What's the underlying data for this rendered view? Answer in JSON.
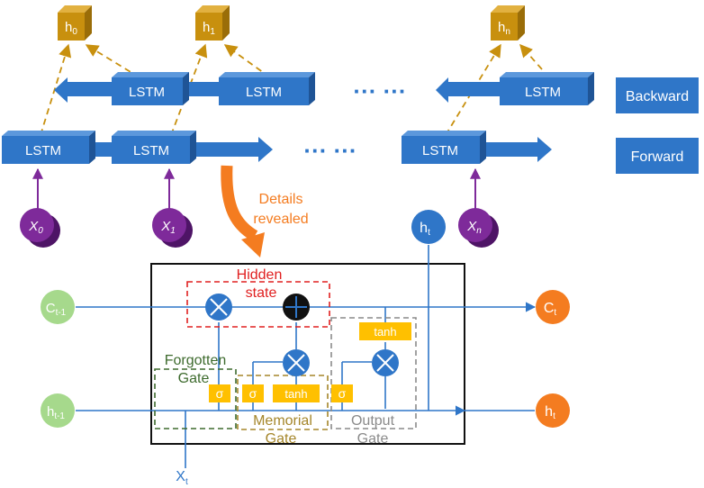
{
  "outputs": {
    "h0": {
      "base": "h",
      "sub": "0"
    },
    "h1": {
      "base": "h",
      "sub": "1"
    },
    "hn": {
      "base": "h",
      "sub": "n"
    }
  },
  "lstm_label": "LSTM",
  "legend": {
    "backward": "Backward",
    "forward": "Forward"
  },
  "ellipsis": "··· ···",
  "inputs": {
    "x0": {
      "base": "X",
      "sub": "0"
    },
    "x1": {
      "base": "X",
      "sub": "1"
    },
    "xn": {
      "base": "X",
      "sub": "n"
    }
  },
  "details": {
    "line1": "Details",
    "line2": "revealed"
  },
  "cell": {
    "ht_top": {
      "base": "h",
      "sub": "t"
    },
    "c_prev": {
      "base": "C",
      "sub": "t-1"
    },
    "c_next": {
      "base": "C",
      "sub": "t"
    },
    "h_prev": {
      "base": "h",
      "sub": "t-1"
    },
    "h_next": {
      "base": "h",
      "sub": "t"
    },
    "x_t": {
      "base": "X",
      "sub": "t"
    },
    "hidden_state": {
      "line1": "Hidden",
      "line2": "state"
    },
    "forgotten_gate": {
      "line1": "Forgotten",
      "line2": "Gate"
    },
    "memorial_gate": {
      "line1": "Memorial",
      "line2": "Gate"
    },
    "output_gate": {
      "line1": "Output",
      "line2": "Gate"
    },
    "sigma": "σ",
    "tanh": "tanh"
  },
  "colors": {
    "lstm_blue": "#2F76C8",
    "output_gold": "#C8900E",
    "input_purple": "#7E2A9A",
    "orange": "#F47C20",
    "green": "#A6D98C",
    "gate_yellow": "#FFC000",
    "red": "#E02020",
    "dark_green": "#3E6B2E",
    "olive": "#A5862A",
    "grey": "#8A8A8A"
  }
}
